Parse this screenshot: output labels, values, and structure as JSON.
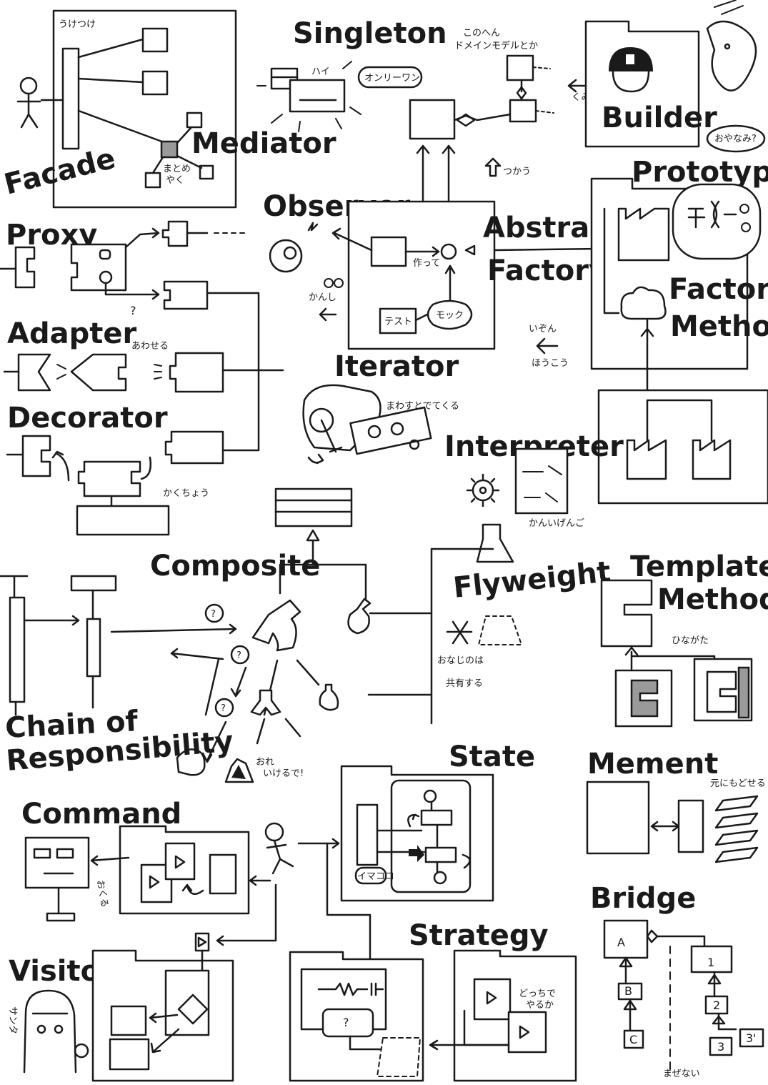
{
  "patterns": {
    "facade": "Facade",
    "mediator": "Mediator",
    "singleton": "Singleton",
    "builder": "Builder",
    "proxy": "Proxy",
    "observer": "Observer",
    "abstract_factory_1": "Abstract",
    "abstract_factory_2": "Factory",
    "prototype": "Prototype",
    "factory_method_1": "Factory",
    "factory_method_2": "Method",
    "adapter": "Adapter",
    "iterator": "Iterator",
    "decorator": "Decorator",
    "interpreter": "Interpreter",
    "composite": "Composite",
    "flyweight": "Flyweight",
    "template_method_1": "Template",
    "template_method_2": "Method",
    "chain_1": "Chain of",
    "chain_2": "Responsibility",
    "state": "State",
    "memento": "Mement",
    "command": "Command",
    "bridge": "Bridge",
    "strategy": "Strategy",
    "visitor": "Visitor"
  },
  "notes": {
    "uketsuke": "うけつけ",
    "matomeyaku_1": "まとめ",
    "matomeyaku_2": "やく",
    "hi": "ハイ",
    "only_one": "オンリーワン",
    "domain_1": "このへん",
    "domain_2": "ドメインモデルとか",
    "kumitate": "くみたて",
    "tsukau": "つかう",
    "oyanami": "おやなみ?",
    "tsukutte": "作って",
    "kanshi": "かんし",
    "test": "テスト",
    "mock": "モック",
    "awaseru": "あわせる",
    "question": "?",
    "izon_1": "いぞん",
    "izon_2": "ほうこう",
    "masumasu": "まわすとでてくる",
    "kakuchou": "かくちょう",
    "kanigenngo": "かんいげんご",
    "onaji_1": "おなじのは",
    "onaji_2": "共有する",
    "hinagata": "ひながた",
    "ore": "おれ",
    "ikeru": "いけるで!",
    "moto": "元にもどせる",
    "imakoko": "イマココ",
    "okuru": "おくる",
    "dotchi_1": "どっちで",
    "dotchi_2": "やるか",
    "santa": "サンタ",
    "mazenai": "まぜない",
    "bridge_a": "A",
    "bridge_b": "B",
    "bridge_c": "C",
    "bridge_1": "1",
    "bridge_2": "2",
    "bridge_3": "3",
    "bridge_3p": "3'"
  }
}
